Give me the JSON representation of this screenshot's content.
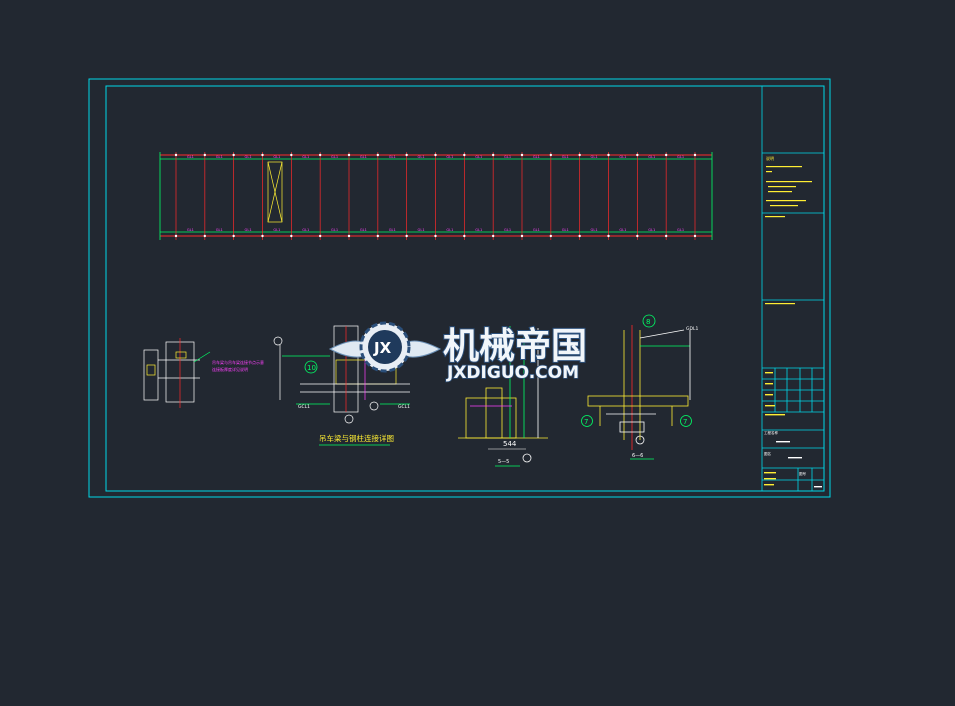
{
  "drawing": {
    "background": "#222831",
    "frame_color": "#00d7e8",
    "axis_color": "#ff2a2a",
    "beam_color": "#00ff66",
    "label_color": "#ff40ff",
    "text_color": "#ffffff",
    "member_color": "#ffee33",
    "notes_title": "说明",
    "title_block_labels": {
      "project": "工程名称",
      "drawing_title": "图名",
      "drawing_no": "图号"
    },
    "plan_labels_top": [
      "GL1",
      "GL1",
      "GL1",
      "GL1",
      "GL1",
      "GL1",
      "GL1",
      "GL1",
      "GL1",
      "GL1",
      "GL1",
      "GL1",
      "GL1",
      "GL1",
      "GL1",
      "GL1",
      "GL1",
      "GL1"
    ],
    "plan_labels_bottom": [
      "GL1",
      "GL1",
      "GL1",
      "GL1",
      "GL1",
      "GL1",
      "GL1",
      "GL1",
      "GL1",
      "GL1",
      "GL1",
      "GL1",
      "GL1",
      "GL1",
      "GL1",
      "GL1",
      "GL1",
      "GL1"
    ],
    "detail_left_note_1": "吊车梁与吊车梁连接节点示意",
    "detail_left_note_2": "连接板厚度详见说明",
    "detail_center_title": "吊车梁与钢柱连接详图",
    "callout_10": "10",
    "callout_8": "8",
    "callout_7a": "7",
    "callout_7b": "7",
    "label_gl1_left": "GCL1",
    "label_gl1_right": "GCL1",
    "label_gdl1": "GDL1",
    "dim_544": "544",
    "section_5": "5—5",
    "section_6": "6—6"
  },
  "watermark": {
    "brand_cn": "机械帝国",
    "brand_en": "JXDIGUO.COM",
    "logo_letters": "JX"
  }
}
